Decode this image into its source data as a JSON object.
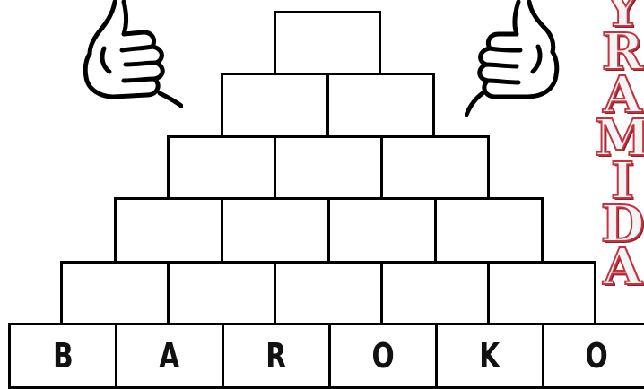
{
  "puzzle": {
    "bottom_row": [
      "B",
      "A",
      "R",
      "O",
      "K",
      "O"
    ],
    "row_cell_counts": [
      1,
      2,
      3,
      4,
      5,
      6
    ],
    "title_letters": [
      "Y",
      "R",
      "A",
      "M",
      "I",
      "D",
      "A"
    ]
  },
  "icons": [
    "thumbs-up-icon",
    "thumbs-up-icon"
  ],
  "colors": {
    "title_fill": "#f4f4f4",
    "title_outline": "#c4343f",
    "grid_line": "#000000"
  }
}
